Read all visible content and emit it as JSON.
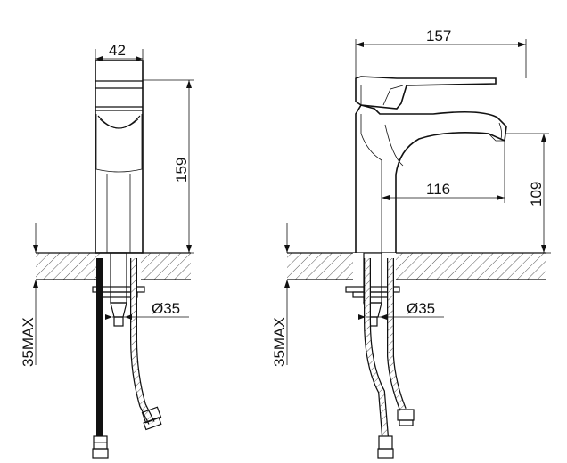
{
  "front_view": {
    "width_label": "42",
    "height_label": "159",
    "hole_diameter_label": "Ø35",
    "max_thickness_label": "35MAX"
  },
  "side_view": {
    "depth_label": "157",
    "spout_reach_label": "116",
    "spout_height_label": "109",
    "hole_diameter_label": "Ø35",
    "max_thickness_label": "35MAX"
  },
  "colors": {
    "line": "#111111",
    "background": "#ffffff"
  }
}
